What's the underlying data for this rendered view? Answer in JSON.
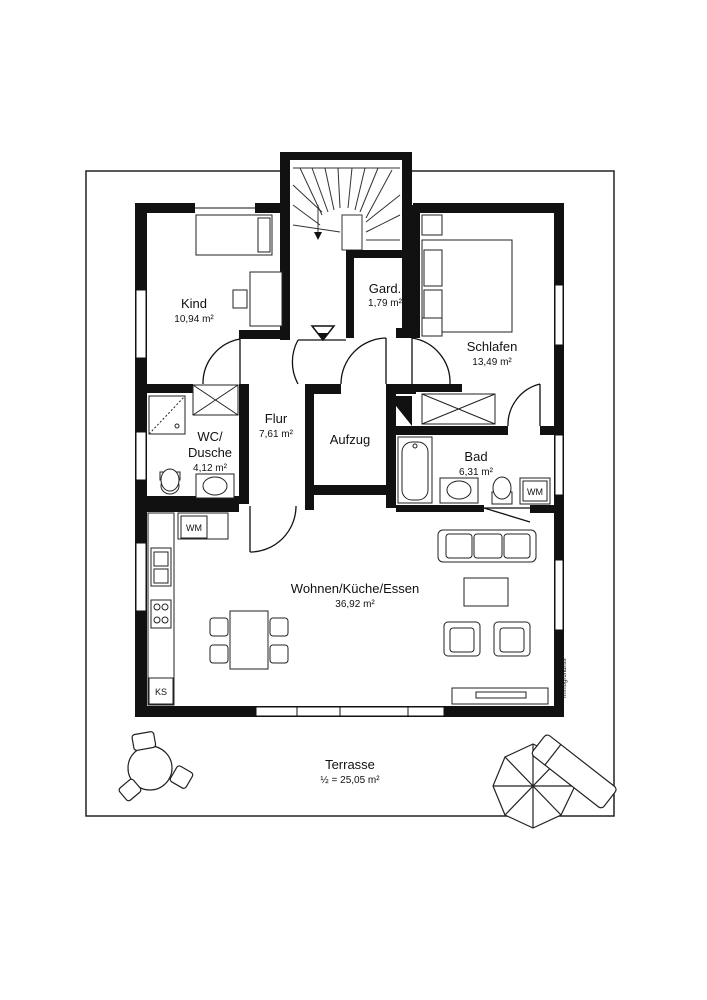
{
  "rooms": {
    "kind": {
      "name": "Kind",
      "area": "10,94 m²"
    },
    "gard": {
      "name": "Gard.",
      "area": "1,79 m²"
    },
    "schlafen": {
      "name": "Schlafen",
      "area": "13,49 m²"
    },
    "flur": {
      "name": "Flur",
      "area": "7,61 m²"
    },
    "aufzug": {
      "name": "Aufzug"
    },
    "wc": {
      "name_line1": "WC/",
      "name_line2": "Dusche",
      "area": "4,12 m²"
    },
    "bad": {
      "name": "Bad",
      "area": "6,31 m²"
    },
    "wohnen": {
      "name": "Wohnen/Küche/Essen",
      "area": "36,92 m²"
    },
    "terrasse": {
      "name": "Terrasse",
      "area": "½ = 25,05 m²"
    }
  },
  "fixtures": {
    "wm_kitchen": "WM",
    "wm_bad": "WM",
    "ks": "KS"
  },
  "watermark": "Immogrundriss",
  "colors": {
    "wall": "#111111",
    "line": "#222222",
    "fill": "#ffffff"
  }
}
